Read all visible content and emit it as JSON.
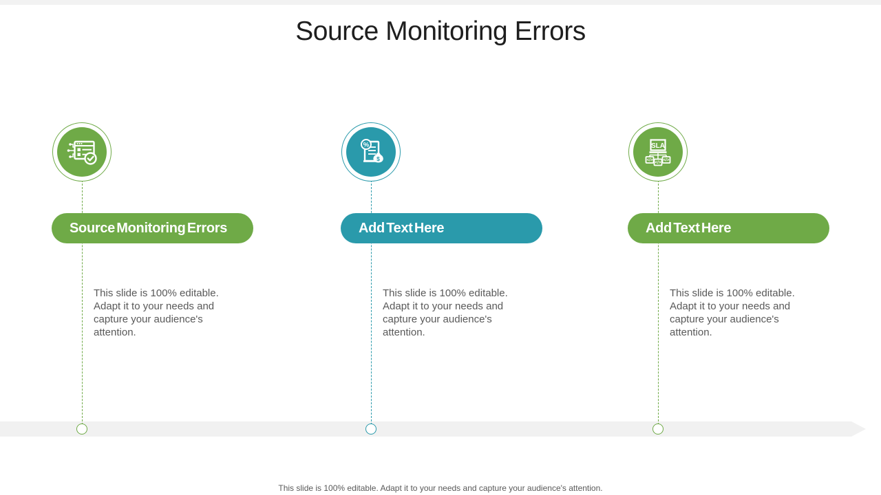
{
  "slide": {
    "title": "Source Monitoring Errors",
    "footer": "This slide is 100% editable. Adapt it to your needs and capture your audience's attention.",
    "colors": {
      "green": "#6FAA47",
      "teal": "#2A9AAB",
      "band": "#F1F1F1",
      "strip": "#F2F2F2",
      "title-color": "#1E1E1E",
      "body-gray": "#595959"
    },
    "columns": [
      {
        "label": "Source Monitoring Errors",
        "accent": "green",
        "icon": "checklist-network-icon",
        "description": "This slide is 100% editable. Adapt it to your needs and capture your audience's attention."
      },
      {
        "label": "Add Text Here",
        "accent": "teal",
        "icon": "invoice-percent-money-icon",
        "description": "This slide is 100% editable. Adapt it to your needs and capture your audience's attention."
      },
      {
        "label": "Add Text Here",
        "accent": "green",
        "icon": "sla-code-icon",
        "description": "This slide is 100% editable. Adapt it to your needs and capture your audience's attention."
      }
    ]
  }
}
